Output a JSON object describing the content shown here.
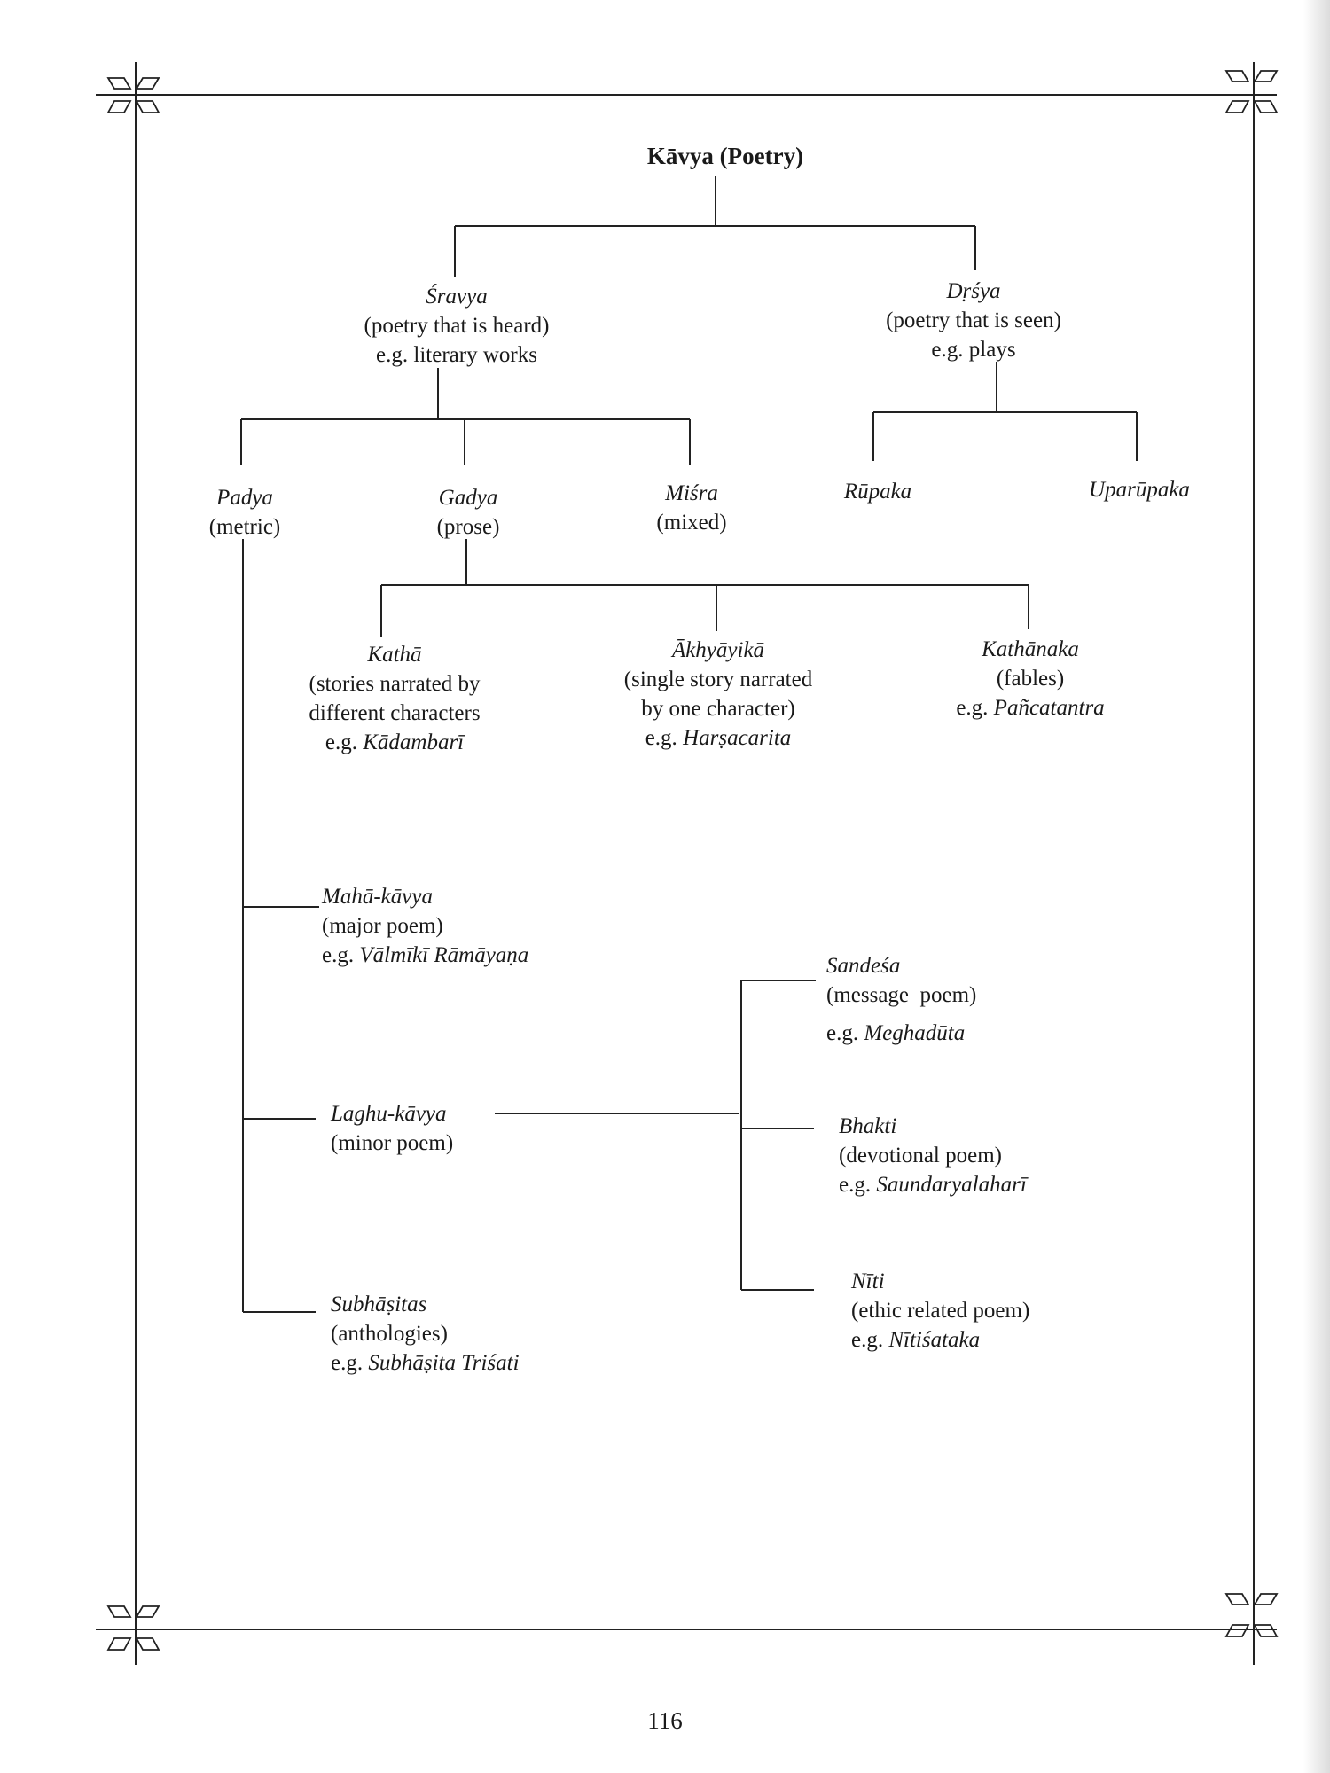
{
  "diagram": {
    "root": {
      "label": "Kāvya (Poetry)"
    },
    "sravya": {
      "name": "Śravya",
      "desc": "(poetry that is heard)",
      "eg": "e.g. literary works"
    },
    "drsya": {
      "name": "Dṛśya",
      "desc": "(poetry that is seen)",
      "eg": "e.g. plays"
    },
    "padya": {
      "name": "Padya",
      "desc": "(metric)"
    },
    "gadya": {
      "name": "Gadya",
      "desc": "(prose)"
    },
    "misra": {
      "name": "Miśra",
      "desc": "(mixed)"
    },
    "rupaka": {
      "name": "Rūpaka"
    },
    "uparupaka": {
      "name": "Uparūpaka"
    },
    "katha": {
      "name": "Kathā",
      "desc1": "(stories narrated by",
      "desc2": "different characters",
      "eg_prefix": "e.g.",
      "eg_work": "Kādambarī"
    },
    "akhyayika": {
      "name": "Ākhyāyikā",
      "desc1": "(single story narrated",
      "desc2": "by one character)",
      "eg_prefix": "e.g.",
      "eg_work": "Harṣacarita"
    },
    "kathanaka": {
      "name": "Kathānaka",
      "desc": "(fables)",
      "eg_prefix": "e.g.",
      "eg_work": "Pañcatantra"
    },
    "mahakavya": {
      "name": "Mahā-kāvya",
      "desc": "(major poem)",
      "eg_prefix": "e.g.",
      "eg_work": "Vālmīkī Rāmāyaṇa"
    },
    "laghukavya": {
      "name": "Laghu-kāvya",
      "desc": "(minor poem)"
    },
    "subhasitas": {
      "name": "Subhāṣitas",
      "desc": "(anthologies)",
      "eg_prefix": "e.g.",
      "eg_work": "Subhāṣita Triśati"
    },
    "sandesa": {
      "name": "Sandeśa",
      "desc": "(message  poem)",
      "eg_prefix": "e.g.",
      "eg_work": "Meghadūta"
    },
    "bhakti": {
      "name": "Bhakti",
      "desc": "(devotional poem)",
      "eg_prefix": "e.g.",
      "eg_work": "Saundaryalaharī"
    },
    "niti": {
      "name": "Nīti",
      "desc": "(ethic related poem)",
      "eg_prefix": "e.g.",
      "eg_work": "Nītiśataka"
    }
  },
  "page_number": "116"
}
